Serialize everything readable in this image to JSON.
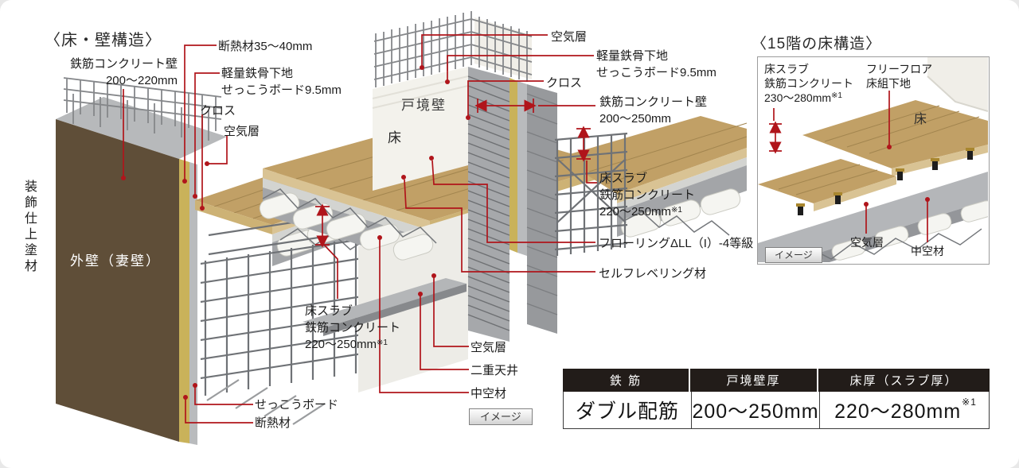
{
  "colors": {
    "leader_red": "#b0151b",
    "wood": "#c1a066",
    "outer_wall_brown": "#5f4e38",
    "concrete_gray": "#a3a5a8",
    "table_header_bg": "#221c19"
  },
  "main": {
    "title": "〈床・壁構造〉",
    "badge": "イメージ",
    "labels": {
      "rc_wall_left": {
        "l1": "鉄筋コンクリート壁",
        "l2": "200〜220mm"
      },
      "insulation_range": "断熱材35〜40mm",
      "steel_left": {
        "l1": "軽量鉄骨下地",
        "l2": "せっこうボード9.5mm"
      },
      "cross_left": "クロス",
      "air_left": "空気層",
      "deco_coating": "装飾仕上塗材",
      "outer_wall": "外壁（妻壁）",
      "slab_bottom": {
        "l1": "床スラブ",
        "l2": "鉄筋コンクリート",
        "l3": "220〜250mm",
        "note": "※1"
      },
      "gypsum_board": "せっこうボード",
      "insulation": "断熱材",
      "air_top": "空気層",
      "steel_top": {
        "l1": "軽量鉄骨下地",
        "l2": "せっこうボード9.5mm"
      },
      "cross_top": "クロス",
      "party_wall": "戸境壁",
      "floor": "床",
      "rc_wall_center": {
        "l1": "鉄筋コンクリート壁",
        "l2": "200〜250mm"
      },
      "slab_right": {
        "l1": "床スラブ",
        "l2": "鉄筋コンクリート",
        "l3": "220〜250mm",
        "note": "※1"
      },
      "flooring": "フローリングΔLL（I）-4等級",
      "leveling": "セルフレベリング材",
      "air_bottom": "空気層",
      "double_ceiling": "二重天井",
      "hollow_core": "中空材"
    }
  },
  "panel15": {
    "title": "〈15階の床構造〉",
    "badge": "イメージ",
    "labels": {
      "slab": {
        "l1": "床スラブ",
        "l2": "鉄筋コンクリート",
        "l3": "230〜280mm",
        "note": "※1"
      },
      "free_floor": {
        "l1": "フリーフロア",
        "l2": "床組下地"
      },
      "floor": "床",
      "air": "空気層",
      "hollow_core": "中空材"
    }
  },
  "table": {
    "headers": [
      "鉄 筋",
      "戸境壁厚",
      "床厚（スラブ厚）"
    ],
    "values": {
      "rebar": "ダブル配筋",
      "wall": "200〜250mm",
      "floor": "220〜280mm",
      "floor_note": "※1"
    }
  }
}
